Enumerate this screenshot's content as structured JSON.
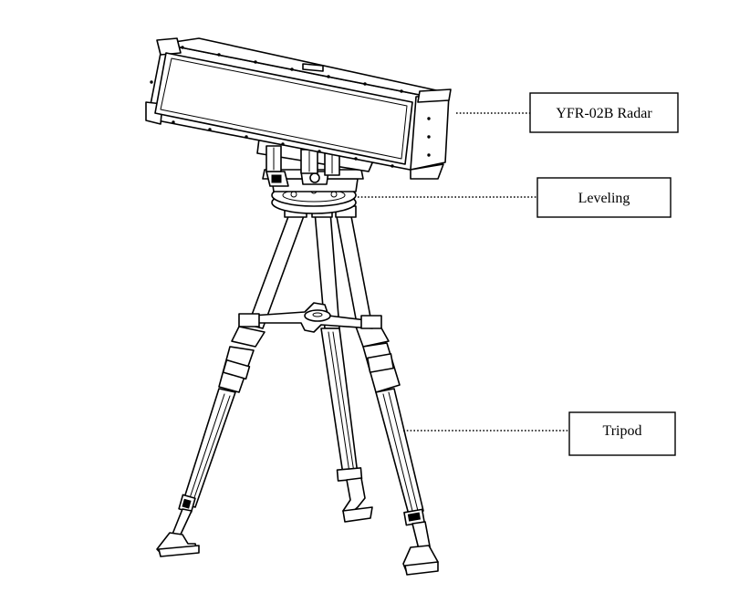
{
  "callouts": {
    "radar": {
      "label": "YFR-02B Radar"
    },
    "leveling": {
      "label": "Leveling"
    },
    "tripod": {
      "label": "Tripod"
    }
  },
  "colors": {
    "line": "#000000",
    "background": "#ffffff"
  }
}
